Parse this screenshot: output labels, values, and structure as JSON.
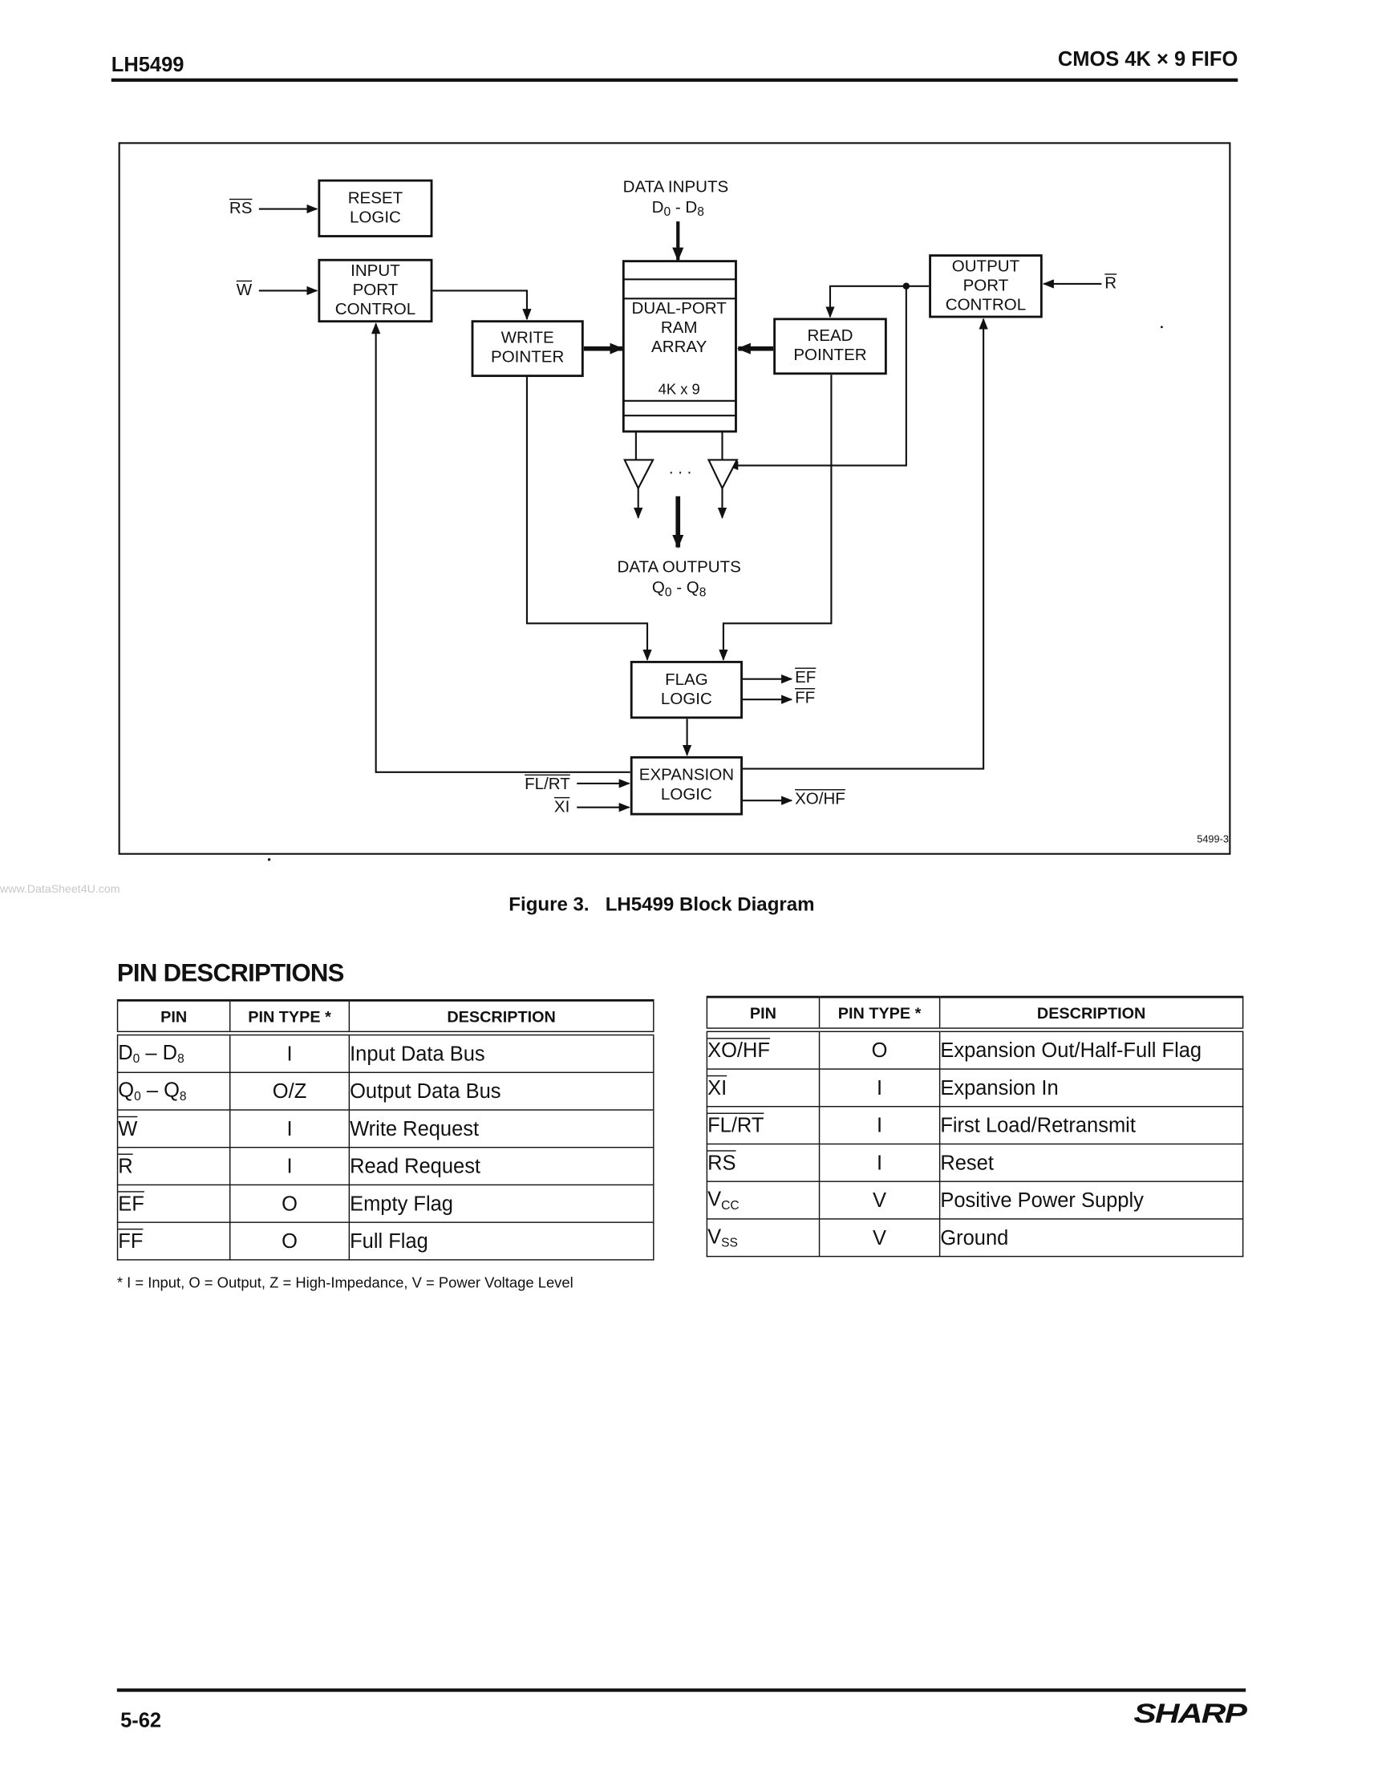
{
  "header": {
    "part": "LH5499",
    "title": "CMOS 4K × 9 FIFO"
  },
  "diagram": {
    "rs": "RS",
    "w": "W",
    "r": "R",
    "reset_logic": [
      "RESET",
      "LOGIC"
    ],
    "input_port_control": [
      "INPUT",
      "PORT",
      "CONTROL"
    ],
    "write_pointer": [
      "WRITE",
      "POINTER"
    ],
    "ram": [
      "DUAL-PORT",
      "RAM",
      "ARRAY"
    ],
    "ram_size": "4K x 9",
    "read_pointer": [
      "READ",
      "POINTER"
    ],
    "output_port_control": [
      "OUTPUT",
      "PORT",
      "CONTROL"
    ],
    "data_inputs": "DATA INPUTS",
    "data_inputs_range": {
      "a": "D",
      "a_sub": "0",
      "mid": " - D",
      "b_sub": "8"
    },
    "data_outputs": "DATA OUTPUTS",
    "data_outputs_range": {
      "a": "Q",
      "a_sub": "0",
      "mid": " - Q",
      "b_sub": "8"
    },
    "ellipsis": ". . .",
    "flag_logic": [
      "FLAG",
      "LOGIC"
    ],
    "ef": "EF",
    "ff": "FF",
    "expansion_logic": [
      "EXPANSION",
      "LOGIC"
    ],
    "fl_rt": "FL/RT",
    "xi": "XI",
    "xo_hf": "XO/HF",
    "figure_id": "5499-3"
  },
  "watermark": "www.DataSheet4U.com",
  "caption": {
    "number": "Figure 3.",
    "title": "LH5499 Block Diagram"
  },
  "section_title": "PIN DESCRIPTIONS",
  "table_headers": {
    "pin": "PIN",
    "type": "PIN TYPE *",
    "desc": "DESCRIPTION"
  },
  "left_table": [
    {
      "pin": "D",
      "sub1": "0",
      "mid": " – D",
      "sub2": "8",
      "type": "I",
      "desc": "Input Data Bus"
    },
    {
      "pin": "Q",
      "sub1": "0",
      "mid": " – Q",
      "sub2": "8",
      "type": "O/Z",
      "desc": "Output Data Bus"
    },
    {
      "pin": "W",
      "overline": true,
      "type": "I",
      "desc": "Write Request"
    },
    {
      "pin": "R",
      "overline": true,
      "type": "I",
      "desc": "Read Request"
    },
    {
      "pin": "EF",
      "overline": true,
      "type": "O",
      "desc": "Empty Flag"
    },
    {
      "pin": "FF",
      "overline": true,
      "type": "O",
      "desc": "Full Flag"
    }
  ],
  "right_table": [
    {
      "pin": "XO/HF",
      "overline": true,
      "type": "O",
      "desc": "Expansion Out/Half-Full Flag"
    },
    {
      "pin": "XI",
      "overline": true,
      "type": "I",
      "desc": "Expansion In"
    },
    {
      "pin": "FL/RT",
      "overline": true,
      "type": "I",
      "desc": "First Load/Retransmit"
    },
    {
      "pin": "RS",
      "overline": true,
      "type": "I",
      "desc": "Reset"
    },
    {
      "pin": "V",
      "sub1": "CC",
      "type": "V",
      "desc": "Positive Power Supply"
    },
    {
      "pin": "V",
      "sub1": "SS",
      "type": "V",
      "desc": "Ground"
    }
  ],
  "footnote": "* I = Input, O = Output, Z = High-Impedance, V = Power Voltage Level",
  "footer": {
    "page": "5-62",
    "brand": "SHARP"
  }
}
